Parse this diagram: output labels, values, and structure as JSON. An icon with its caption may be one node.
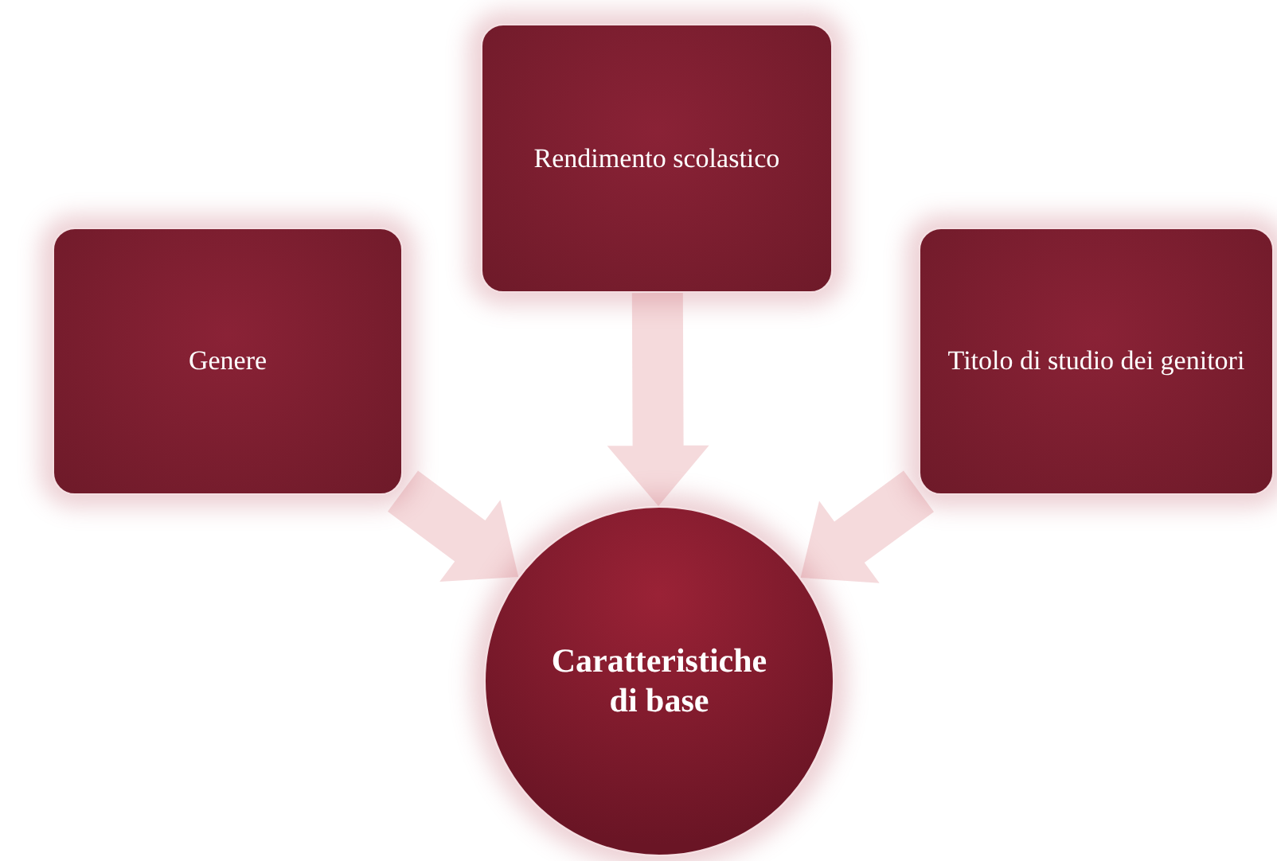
{
  "diagram": {
    "nodes": [
      {
        "text": [
          "Genere"
        ]
      },
      {
        "text": [
          "Rendimento scolastico"
        ]
      },
      {
        "text": [
          "Titolo di studio dei genitori"
        ]
      },
      {
        "text": [
          "Caratteristiche di base"
        ]
      }
    ],
    "edges": [
      {
        "from": 0,
        "to": 3,
        "arrow": "to"
      },
      {
        "from": 1,
        "to": 3,
        "arrow": "to"
      },
      {
        "from": 2,
        "to": 3,
        "arrow": "to"
      }
    ]
  }
}
